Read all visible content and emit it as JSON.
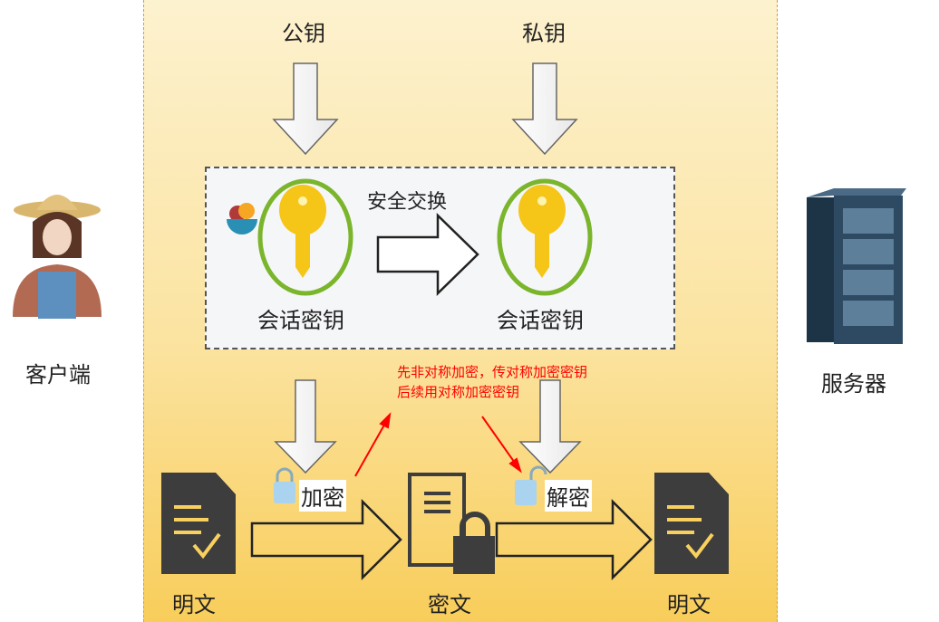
{
  "labels": {
    "public_key": "公钥",
    "private_key": "私钥",
    "secure_exchange": "安全交换",
    "session_key_left": "会话密钥",
    "session_key_right": "会话密钥",
    "client": "客户端",
    "server": "服务器",
    "encrypt": "加密",
    "decrypt": "解密",
    "plaintext_left": "明文",
    "ciphertext": "密文",
    "plaintext_right": "明文"
  },
  "annotation": {
    "line1": "先非对称加密，传对称加密密钥",
    "line2": "后续用对称加密密钥"
  },
  "colors": {
    "annotation": "#ff0000",
    "key": "#f5c518",
    "ring": "#7ab52c",
    "doc": "#3d3d3d"
  }
}
